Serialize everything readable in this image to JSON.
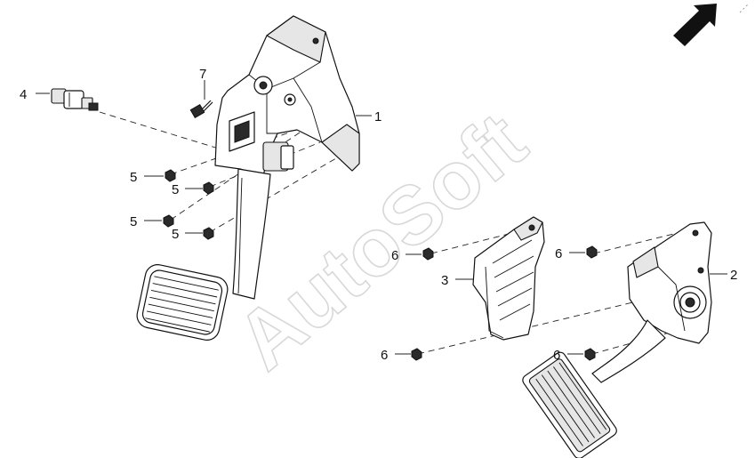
{
  "diagram": {
    "watermark": "AutoSoft",
    "callouts": {
      "c1": "1",
      "c2": "2",
      "c3": "3",
      "c4": "4",
      "c5a": "5",
      "c5b": "5",
      "c5c": "5",
      "c5d": "5",
      "c6a": "6",
      "c6b": "6",
      "c6c": "6",
      "c6d": "6",
      "c7": "7"
    },
    "icons": {
      "direction": "arrow-up-right-icon"
    }
  }
}
